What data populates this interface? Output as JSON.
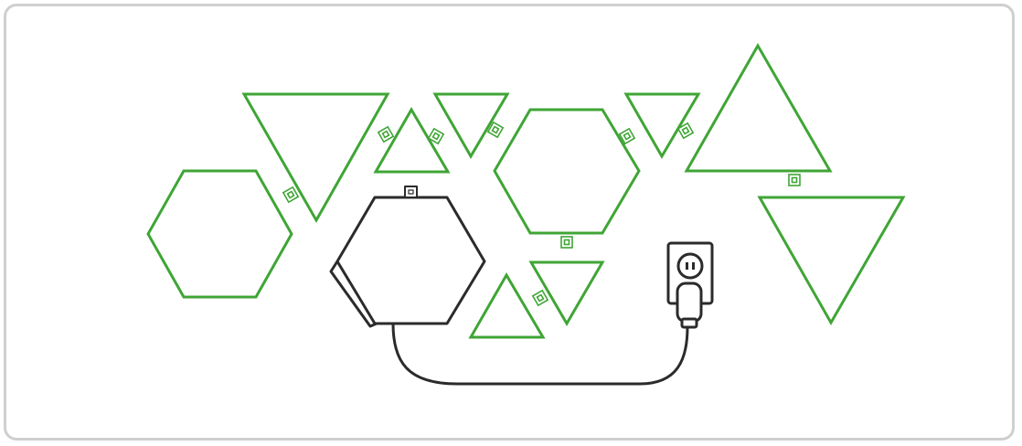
{
  "diagram": {
    "type": "modular-light-panel-layout",
    "colors": {
      "panel_outline": "#3fa535",
      "controller_outline": "#2b2b2b",
      "frame_border": "#cfcfcf",
      "background": "#ffffff"
    },
    "panels": [
      {
        "id": "hexagon-left",
        "shape": "hexagon"
      },
      {
        "id": "triangle-large-down",
        "shape": "triangle-down"
      },
      {
        "id": "triangle-small-up-1",
        "shape": "triangle-up"
      },
      {
        "id": "triangle-small-down-1",
        "shape": "triangle-down"
      },
      {
        "id": "hexagon-center",
        "shape": "hexagon"
      },
      {
        "id": "triangle-small-down-2",
        "shape": "triangle-down"
      },
      {
        "id": "triangle-large-up",
        "shape": "triangle-up"
      },
      {
        "id": "triangle-large-down-right",
        "shape": "triangle-down"
      },
      {
        "id": "triangle-small-up-bottom",
        "shape": "triangle-up"
      },
      {
        "id": "triangle-small-down-bottom",
        "shape": "triangle-down"
      }
    ],
    "controller": {
      "shape": "hexagon",
      "role": "controller-unit"
    },
    "power": {
      "items": [
        "power-cable",
        "wall-outlet",
        "power-plug"
      ]
    }
  }
}
